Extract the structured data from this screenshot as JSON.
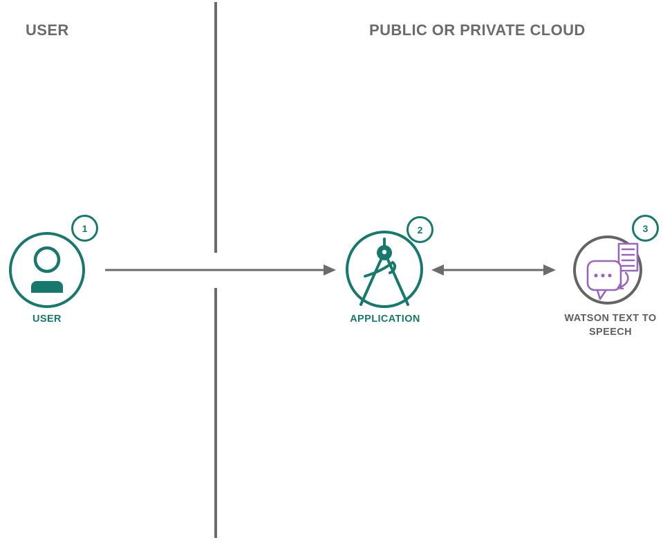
{
  "diagram": {
    "regions": {
      "left_header": "USER",
      "right_header": "PUBLIC OR PRIVATE CLOUD"
    },
    "nodes": [
      {
        "key": "user",
        "label": "USER",
        "badge": "1",
        "icon": "person-icon"
      },
      {
        "key": "application",
        "label": "APPLICATION",
        "badge": "2",
        "icon": "drafting-compass-icon"
      },
      {
        "key": "watson-text-to-speech",
        "label": "WATSON TEXT TO SPEECH",
        "badge": "3",
        "icon": "text-to-speech-icon"
      }
    ],
    "connections": [
      {
        "from": "user",
        "to": "application",
        "direction": "one-way-right"
      },
      {
        "from": "application",
        "to": "watson-text-to-speech",
        "direction": "two-way"
      }
    ],
    "colors": {
      "teal": "#17786D",
      "line_gray": "#6B6B6B",
      "circle_gray": "#646464",
      "purple": "#9A64BE",
      "header_gray": "#6B6B6B",
      "label_gray": "#5E5E5E",
      "background": "#FFFFFF"
    }
  }
}
